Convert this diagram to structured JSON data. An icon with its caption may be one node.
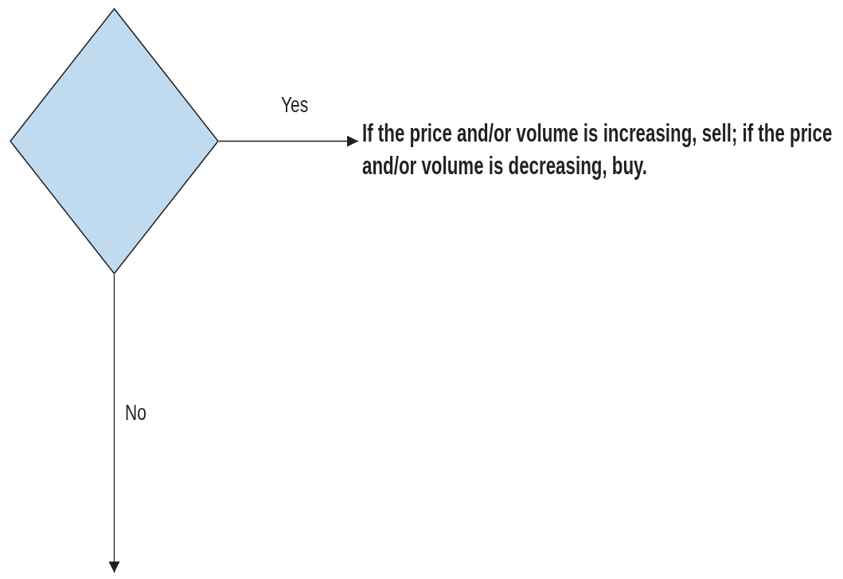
{
  "diagram": {
    "nodes": [
      {
        "text": [],
        "shape": "diamond"
      },
      {
        "text": [
          "If the price and/or volume is increasing, sell; if the price and/or volume is decreasing, buy."
        ]
      }
    ],
    "edges": [
      {
        "from": 0,
        "to": 1,
        "arrow": "to",
        "label": "Yes"
      },
      {
        "from": 0,
        "to": null,
        "arrow": "to",
        "label": "No"
      }
    ]
  }
}
